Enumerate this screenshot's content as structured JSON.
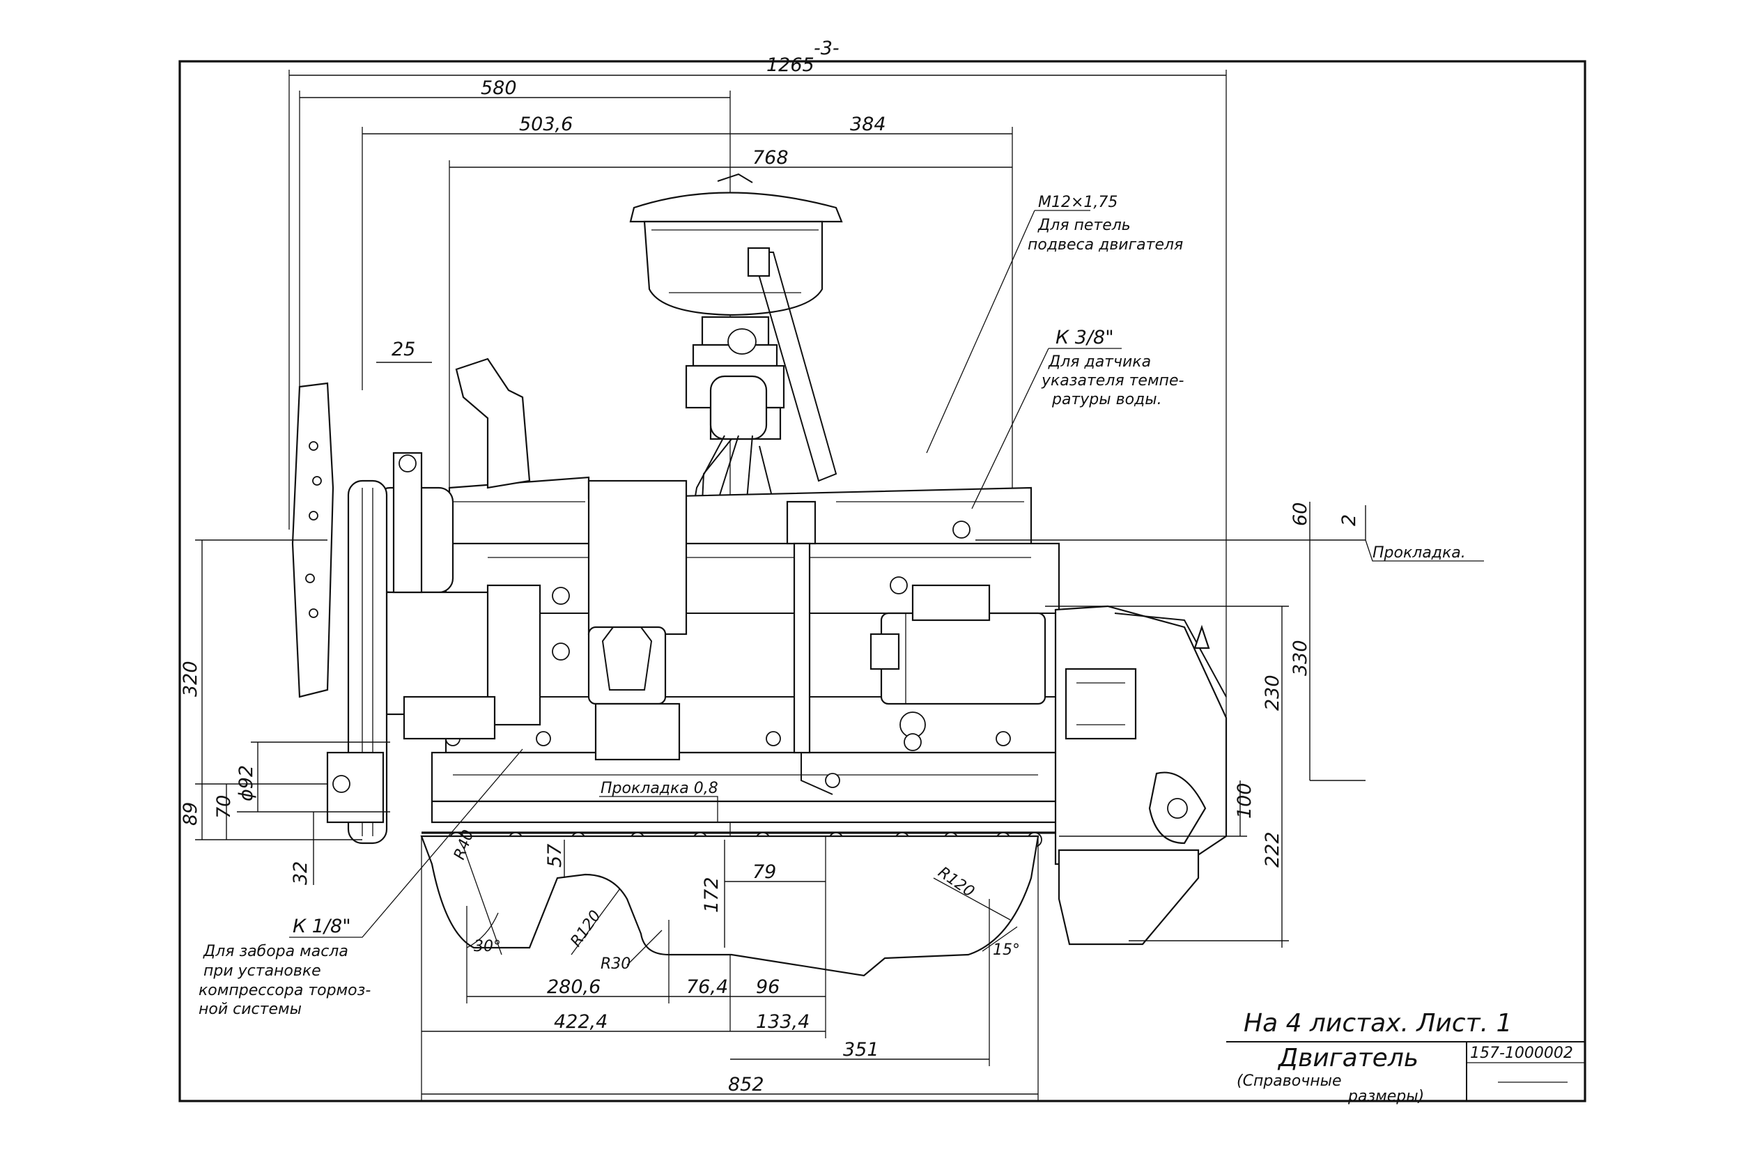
{
  "page_number": "-3-",
  "dimensions": {
    "d1265": "1265",
    "d580": "580",
    "d503_6": "503,6",
    "d384": "384",
    "d768": "768",
    "d25": "25",
    "d60": "60",
    "d2": "2",
    "d330": "330",
    "d230": "230",
    "d320": "320",
    "d92": "ϕ92",
    "d89": "89",
    "d70": "70",
    "d32": "32",
    "d100": "100",
    "d222": "222",
    "d57": "57",
    "d172": "172",
    "d79": "79",
    "r40": "R40",
    "r120a": "R120",
    "r120b": "R120",
    "r30": "R30",
    "a30": "30°",
    "a15": "15°",
    "d280_6": "280,6",
    "d76_4": "76,4",
    "d96": "96",
    "d422_4": "422,4",
    "d133_4": "133,4",
    "d351": "351",
    "d852": "852"
  },
  "notes": {
    "m12_label": "M12×1,75",
    "m12_line1": "Для петель",
    "m12_line2": "подвеса двигателя",
    "k38_label": "К 3/8\"",
    "k38_line1": "Для датчика",
    "k38_line2": "указателя темпе-",
    "k38_line3": "ратуры воды.",
    "gasket": "Прокладка.",
    "gasket_08": "Прокладка 0,8",
    "k18_label": "К 1/8\"",
    "k18_line1": "Для забора масла",
    "k18_line2": "при установке",
    "k18_line3": "компрессора тормоз-",
    "k18_line4": "ной  системы"
  },
  "title_block": {
    "sheets": "На 4 листах.  Лист.  1",
    "name": "Двигатель",
    "subtitle1": "(Справочные",
    "subtitle2": "размеры)",
    "doc_number": "157-1000002"
  }
}
